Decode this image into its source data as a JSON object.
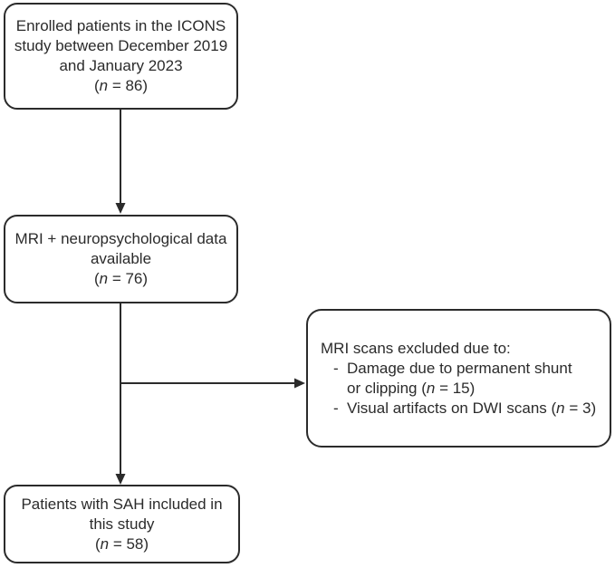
{
  "page": {
    "background_color": "#ffffff",
    "line_color": "#2b2b2b",
    "text_color": "#2b2b2b"
  },
  "flowchart": {
    "box_enrolled": {
      "lines": [
        "Enrolled patients in the ICONS",
        "study between December 2019",
        "and January 2023"
      ],
      "count_pre": "(",
      "count_var": "n",
      "count_post": " = 86)"
    },
    "box_mri": {
      "lines": [
        "MRI + neuropsychological data",
        "available"
      ],
      "count_pre": "(",
      "count_var": "n",
      "count_post": " = 76)"
    },
    "box_excluded": {
      "title": "MRI scans excluded due to:",
      "bullet1": {
        "dash": "-",
        "line1": "Damage due to permanent shunt",
        "line2_pre": "or clipping (",
        "line2_var": "n",
        "line2_post": " = 15)"
      },
      "bullet2": {
        "dash": "-",
        "line_pre": "Visual artifacts on DWI scans (",
        "line_var": "n",
        "line_post": " = 3)"
      }
    },
    "box_included": {
      "lines": [
        "Patients with SAH included in",
        "this study"
      ],
      "count_pre": "(",
      "count_var": "n",
      "count_post": " = 58)"
    }
  }
}
